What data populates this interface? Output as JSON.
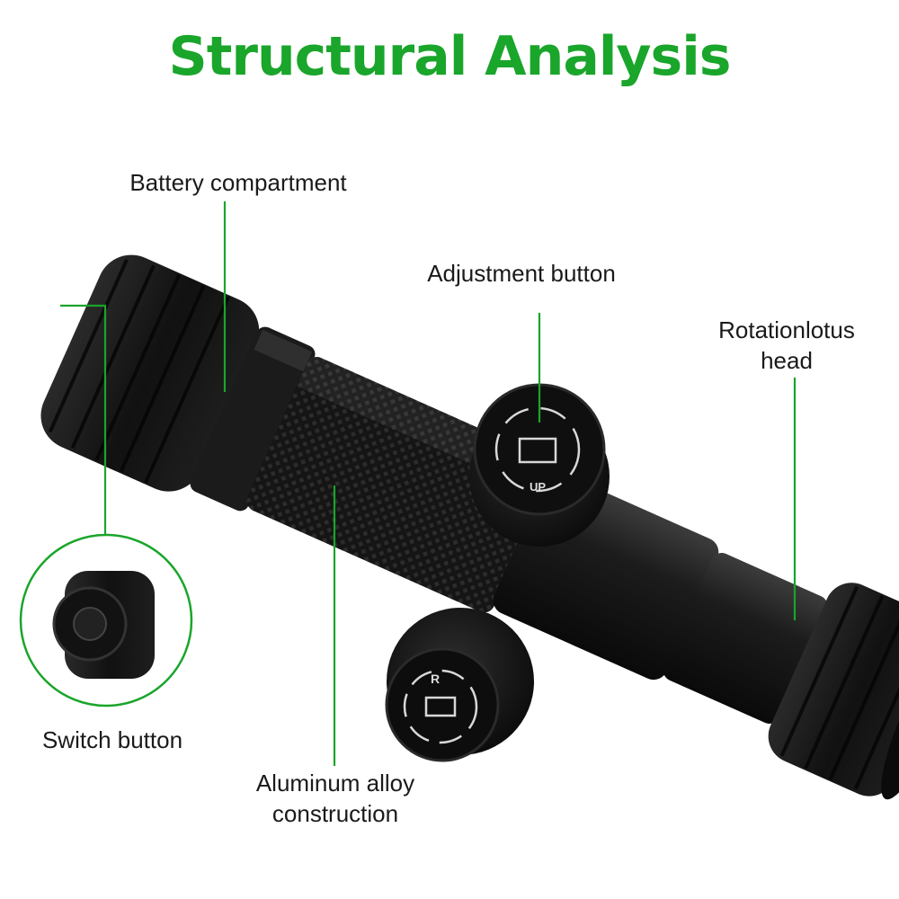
{
  "title": "Structural Analysis",
  "labels": {
    "battery_compartment": "Battery compartment",
    "adjustment_button": "Adjustment button",
    "rotation_head_line1": "Rotationlotus",
    "rotation_head_line2": "head",
    "switch_button": "Switch button",
    "aluminum_line1": "Aluminum alloy",
    "aluminum_line2": "construction"
  },
  "knob_markings": {
    "up": "UP",
    "right": "R"
  },
  "colors": {
    "accent_green": "#1aa52b",
    "body_black": "#141414",
    "body_highlight": "#3a3a3a"
  }
}
